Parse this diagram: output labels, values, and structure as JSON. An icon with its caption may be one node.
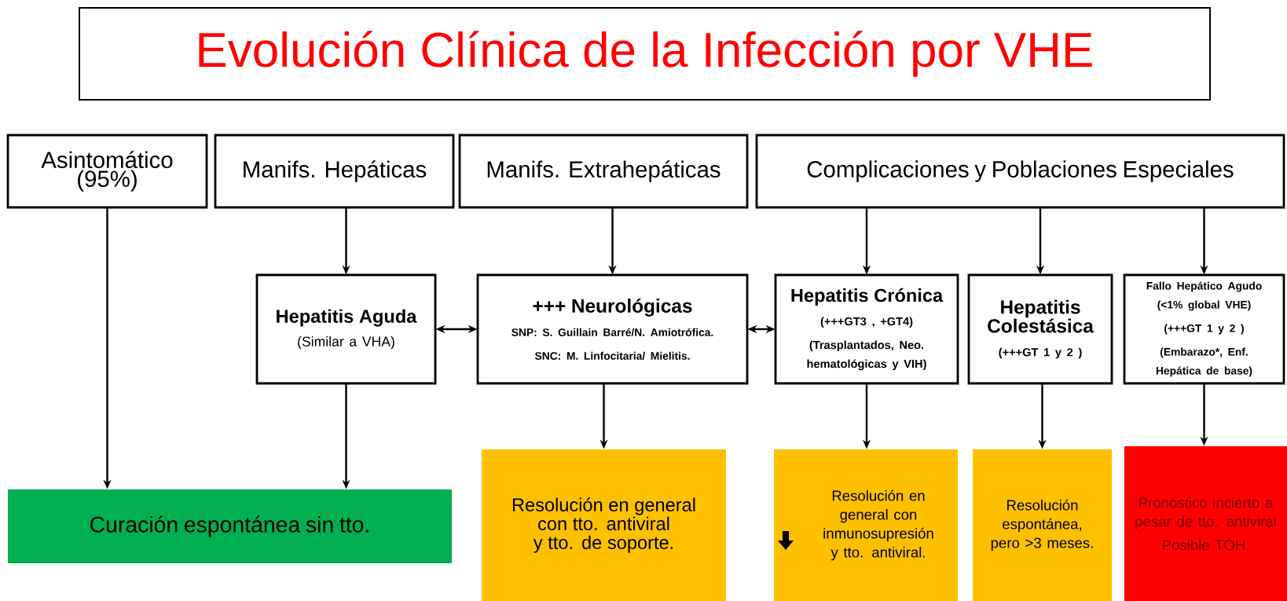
{
  "diagram": {
    "title": "Evolución Clínica de la Infección por VHE",
    "nodes": [
      {
        "text": [
          "Asintomático (95%)"
        ]
      },
      {
        "text": [
          "Manifs. Hepáticas"
        ]
      },
      {
        "text": [
          "Manifs. Extrahepáticas"
        ]
      },
      {
        "text": [
          "Complicaciones y Poblaciones Especiales"
        ]
      },
      {
        "text": [
          "Hepatitis Aguda",
          "(Similar a VHA)"
        ]
      },
      {
        "text": [
          "+++ Neurológicas",
          "SNP: S. Guillain Barré/N. Amiotrófica.",
          "SNC: M. Linfocitaria/ Mielitis."
        ]
      },
      {
        "text": [
          "Hepatitis Crónica",
          "(+++GT3 , +GT4)",
          "(Trasplantados, Neo. hematológicas y VIH)"
        ]
      },
      {
        "text": [
          "Hepatitis Colestásica",
          "(+++GT 1 y 2 )"
        ]
      },
      {
        "text": [
          "Fallo Hepático Agudo (<1% global VHE)",
          "(+++GT 1 y 2 )",
          "(Embarazo*, Enf. Hepática de base)"
        ]
      },
      {
        "text": [
          "Curación espontánea sin tto."
        ]
      },
      {
        "text": [
          "Resolución en general con  tto. antiviral y tto. de soporte."
        ]
      },
      {
        "text": [
          "Resolución en general con inmunosupresión y tto. antiviral."
        ]
      },
      {
        "text": [
          "Resolución espontánea, pero >3 meses."
        ]
      },
      {
        "text": [
          "Pronóstico incierto a pesar de tto. antiviral",
          "Posible TOH."
        ]
      }
    ],
    "edges": [
      {
        "from": 0,
        "to": 9,
        "arrow": "to"
      },
      {
        "from": 1,
        "to": 4,
        "arrow": "to"
      },
      {
        "from": 2,
        "to": 5,
        "arrow": "to"
      },
      {
        "from": 3,
        "to": 6,
        "arrow": "to"
      },
      {
        "from": 3,
        "to": 7,
        "arrow": "to"
      },
      {
        "from": 3,
        "to": 8,
        "arrow": "to"
      },
      {
        "from": 4,
        "to": 5,
        "arrow": "both"
      },
      {
        "from": 5,
        "to": 6,
        "arrow": "both"
      },
      {
        "from": 4,
        "to": 9,
        "arrow": "to"
      },
      {
        "from": 5,
        "to": 10,
        "arrow": "to"
      },
      {
        "from": 6,
        "to": 11,
        "arrow": "to"
      },
      {
        "from": 7,
        "to": 12,
        "arrow": "to"
      },
      {
        "from": 8,
        "to": 13,
        "arrow": "to"
      }
    ]
  }
}
